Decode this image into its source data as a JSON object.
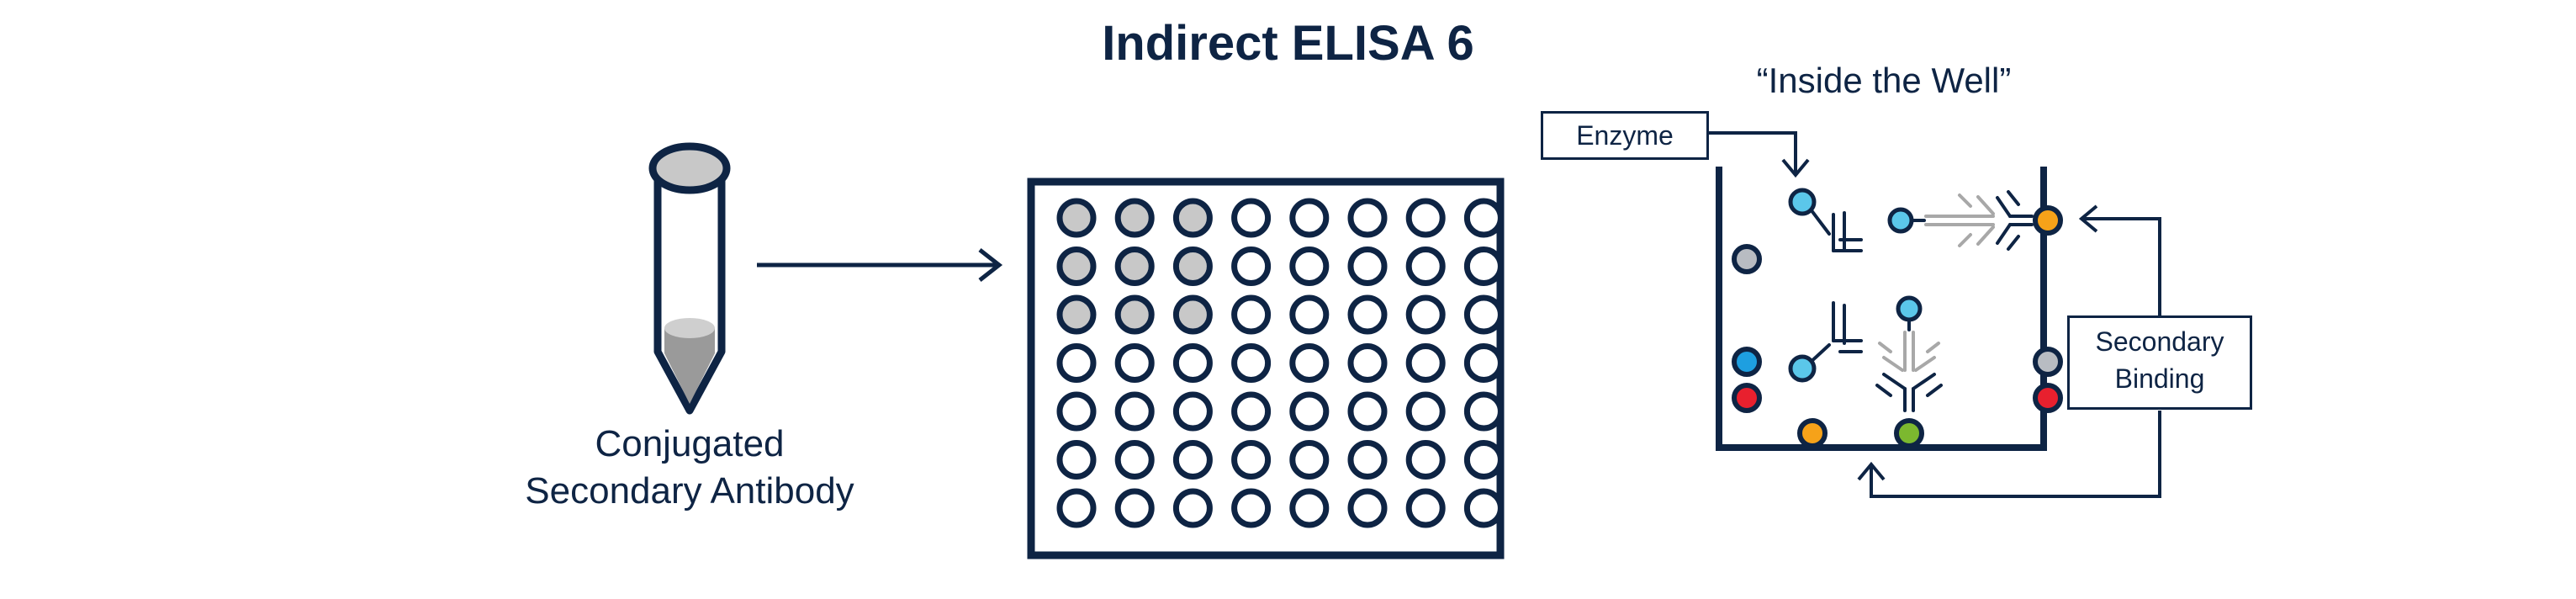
{
  "title": "Indirect ELISA 6",
  "tube": {
    "label_line1": "Conjugated",
    "label_line2": "Secondary Antibody"
  },
  "plate": {
    "rows": 7,
    "cols": 8,
    "filled_rows": 3,
    "filled_cols": 3
  },
  "well_view": {
    "caption": "“Inside the Well”",
    "enzyme_label": "Enzyme",
    "secondary_label_line1": "Secondary",
    "secondary_label_line2": "Binding"
  },
  "colors": {
    "navy": "#0e2444",
    "well_fill": "#c8c8c8",
    "enzyme": "#5bc7ea",
    "antigen_blue": "#1e9fe0",
    "antigen_red": "#e8202e",
    "antigen_orange": "#f6a219",
    "antigen_green": "#7cb82f",
    "antigen_gray": "#b8bcc2"
  }
}
